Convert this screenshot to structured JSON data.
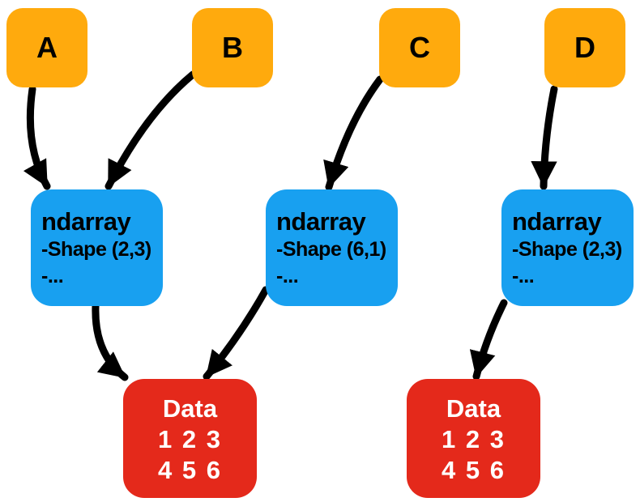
{
  "diagram": {
    "colors": {
      "source_box": "#FFAA0D",
      "ndarray_box": "#18A0F0",
      "data_box": "#E4291B",
      "arrow": "#000000",
      "source_text": "#000000",
      "ndarray_text": "#000000",
      "data_text": "#FFFFFF"
    },
    "sources": [
      {
        "label": "A"
      },
      {
        "label": "B"
      },
      {
        "label": "C"
      },
      {
        "label": "D"
      }
    ],
    "ndarrays": [
      {
        "title": "ndarray",
        "lines": [
          "-Shape (2,3)",
          "-..."
        ]
      },
      {
        "title": "ndarray",
        "lines": [
          "-Shape (6,1)",
          "-..."
        ]
      },
      {
        "title": "ndarray",
        "lines": [
          "-Shape (2,3)",
          "-..."
        ]
      }
    ],
    "data_nodes": [
      {
        "title": "Data",
        "rows": [
          "1 2 3",
          "4 5 6"
        ]
      },
      {
        "title": "Data",
        "rows": [
          "1 2 3",
          "4 5 6"
        ]
      }
    ],
    "edges": [
      {
        "from": "A",
        "to": "ndarray-1"
      },
      {
        "from": "B",
        "to": "ndarray-1"
      },
      {
        "from": "C",
        "to": "ndarray-2"
      },
      {
        "from": "D",
        "to": "ndarray-3"
      },
      {
        "from": "ndarray-1",
        "to": "data-1"
      },
      {
        "from": "ndarray-2",
        "to": "data-1"
      },
      {
        "from": "ndarray-3",
        "to": "data-2"
      }
    ]
  }
}
